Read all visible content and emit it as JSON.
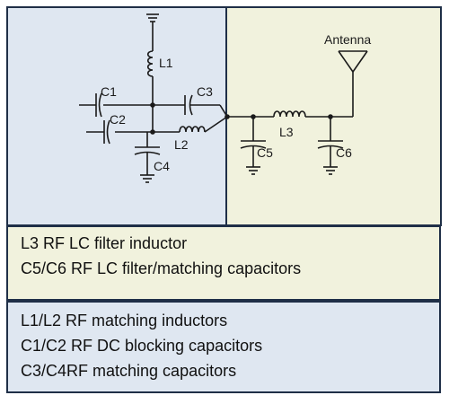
{
  "colors": {
    "left_panel": "#dfe7f1",
    "right_panel": "#f1f2dd",
    "border": "#1f2f47",
    "wire": "#1a1a1a"
  },
  "schematic": {
    "antenna_label": "Antenna",
    "components": {
      "L1": "L1",
      "L2": "L2",
      "L3": "L3",
      "C1": "C1",
      "C2": "C2",
      "C3": "C3",
      "C4": "C4",
      "C5": "C5",
      "C6": "C6"
    }
  },
  "legend_filter": {
    "lines": [
      "L3 RF LC filter inductor",
      "C5/C6 RF LC filter/matching capacitors"
    ]
  },
  "legend_matching": {
    "lines": [
      "L1/L2 RF matching inductors",
      "C1/C2 RF DC blocking capacitors",
      "C3/C4RF matching capacitors"
    ]
  }
}
